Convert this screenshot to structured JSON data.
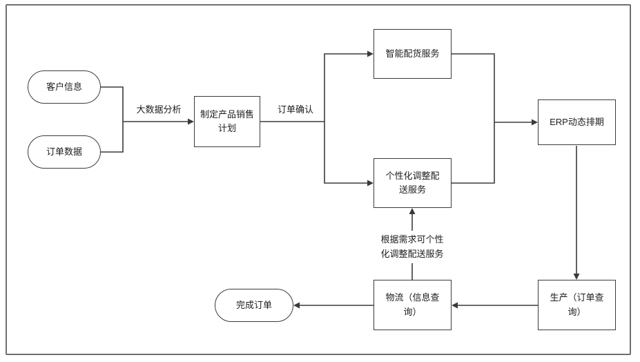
{
  "diagram": {
    "title": "order-fulfillment-flowchart",
    "colors": {
      "stroke": "#3a3a3a",
      "frame_border": "#6f6f6f",
      "background": "#ffffff",
      "text": "#1c1c1c"
    },
    "nodes": {
      "customer_info": {
        "label": "客户信息",
        "shape": "rounded"
      },
      "order_data": {
        "label": "订单数据",
        "shape": "rounded"
      },
      "sales_plan": {
        "label": "制定产品销售计划",
        "shape": "rect"
      },
      "smart_allocation": {
        "label": "智能配货服务",
        "shape": "rect"
      },
      "personalized_delivery": {
        "label": "个性化调整配送服务",
        "shape": "rect"
      },
      "erp": {
        "label": "ERP动态排期",
        "shape": "rect"
      },
      "production": {
        "label": "生产（订单查询）",
        "shape": "rect"
      },
      "logistics": {
        "label": "物流（信息查询）",
        "shape": "rect"
      },
      "complete_order": {
        "label": "完成订单",
        "shape": "rounded"
      }
    },
    "edge_labels": {
      "big_data_analysis": "大数据分析",
      "order_confirmation": "订单确认",
      "personalization_note": "根据需求可个性化调整配送服务"
    },
    "edges": [
      {
        "from": "customer_info",
        "to": "sales_plan",
        "label": "大数据分析"
      },
      {
        "from": "order_data",
        "to": "sales_plan",
        "label": "大数据分析"
      },
      {
        "from": "sales_plan",
        "to": "smart_allocation",
        "label": "订单确认"
      },
      {
        "from": "sales_plan",
        "to": "personalized_delivery",
        "label": "订单确认"
      },
      {
        "from": "smart_allocation",
        "to": "erp",
        "label": ""
      },
      {
        "from": "personalized_delivery",
        "to": "erp",
        "label": ""
      },
      {
        "from": "erp",
        "to": "production",
        "label": ""
      },
      {
        "from": "production",
        "to": "logistics",
        "label": ""
      },
      {
        "from": "logistics",
        "to": "complete_order",
        "label": ""
      },
      {
        "from": "logistics",
        "to": "personalized_delivery",
        "label": "根据需求可个性化调整配送服务"
      }
    ]
  }
}
